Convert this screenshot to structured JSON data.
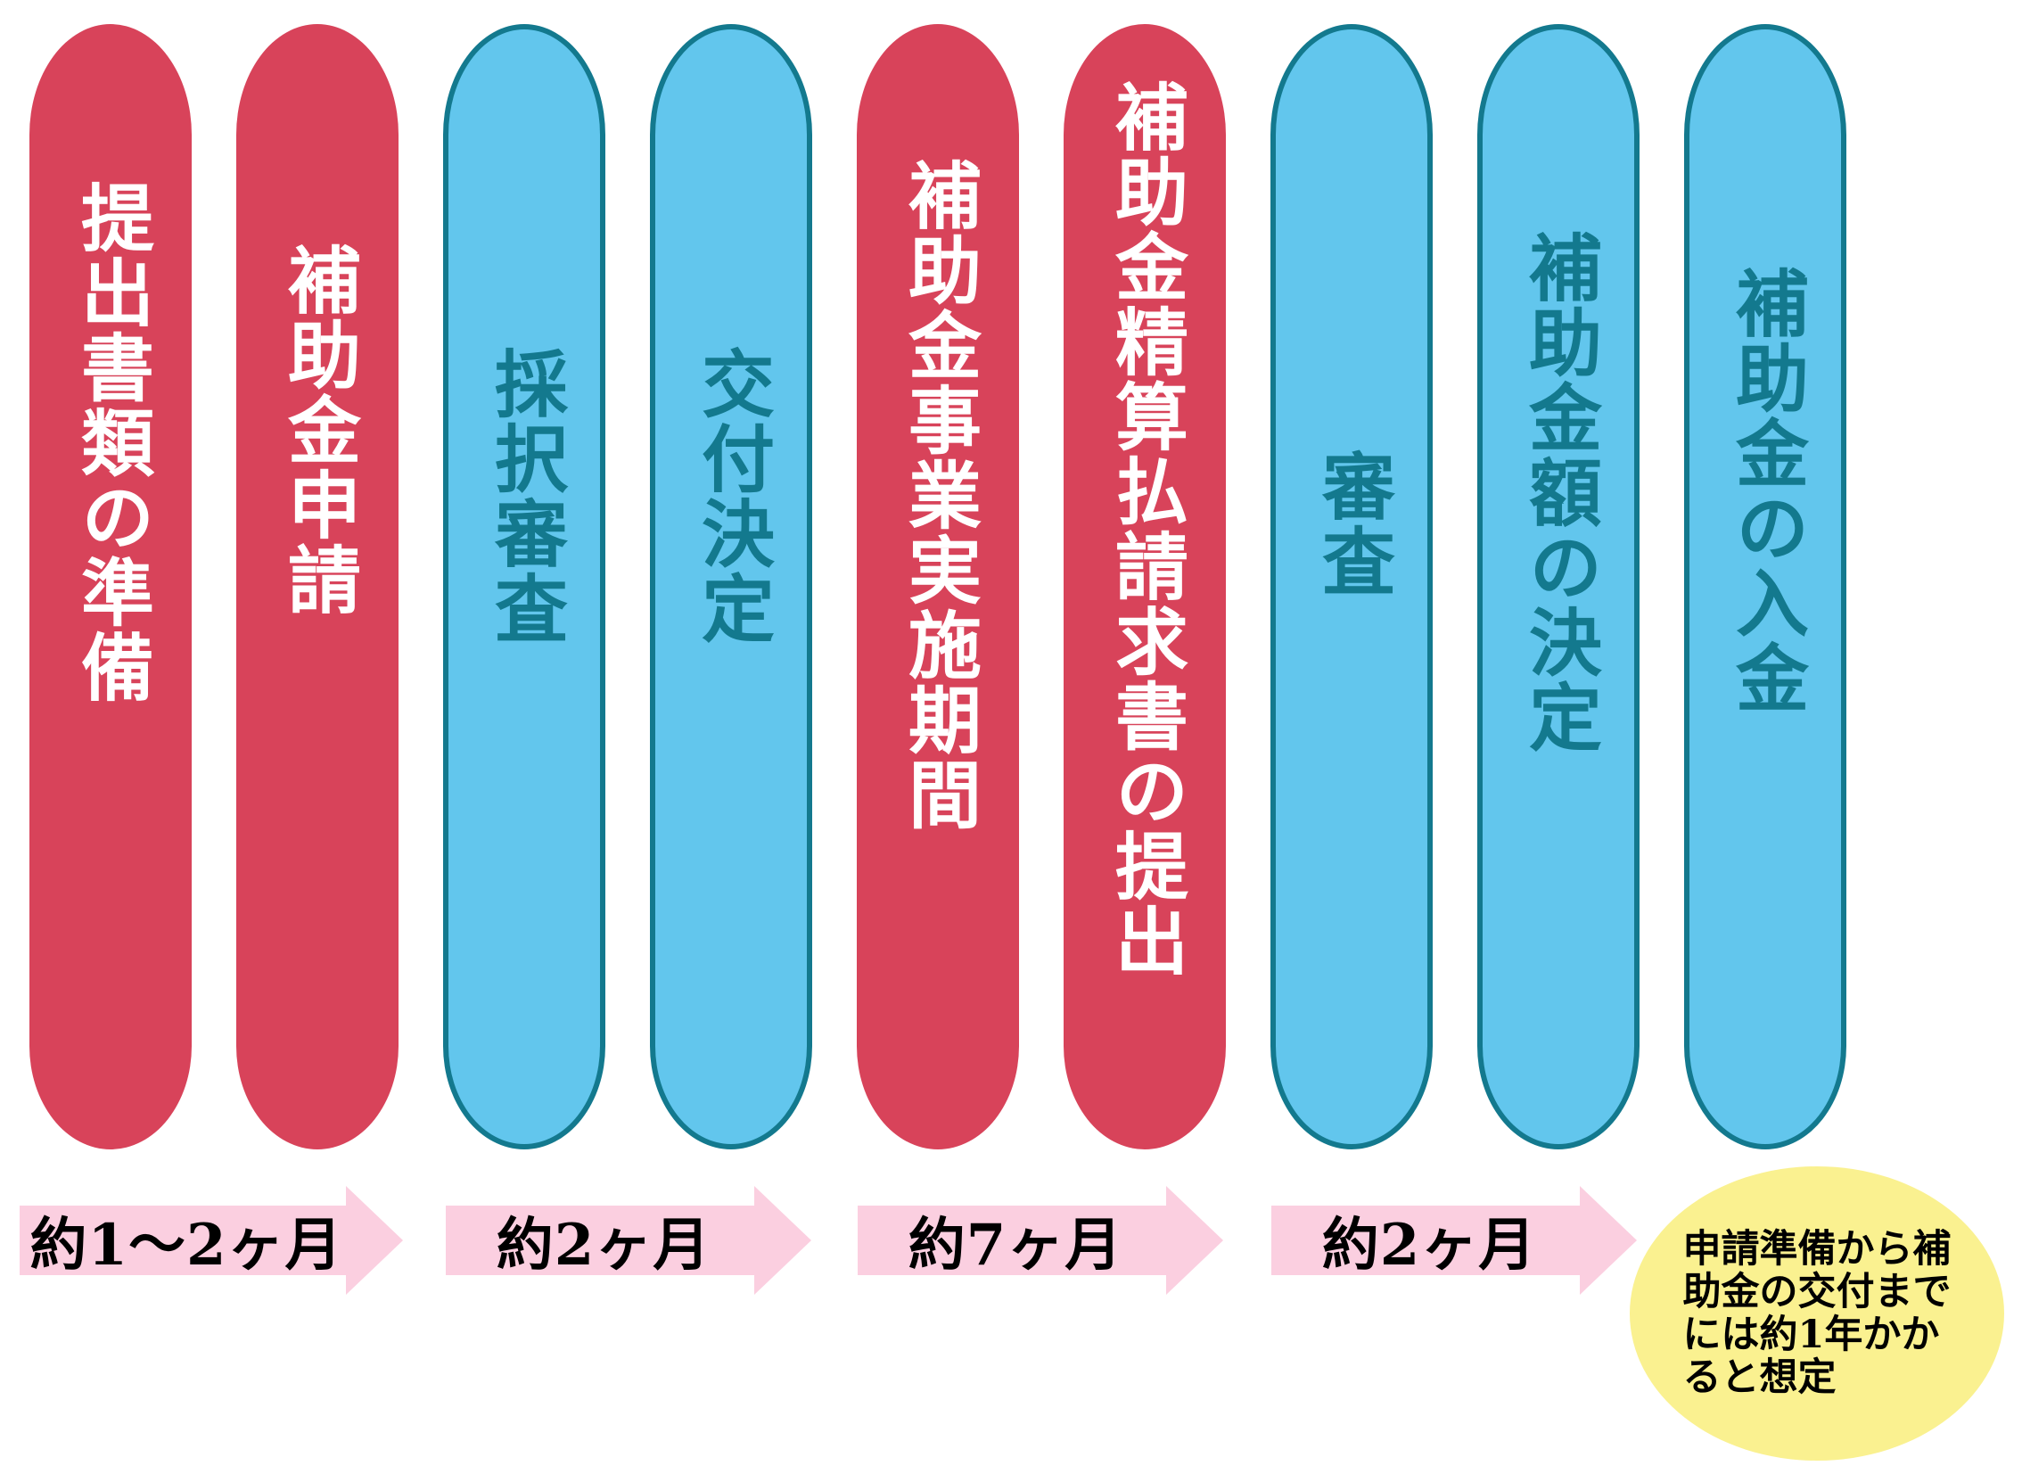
{
  "diagram": {
    "title_text": "",
    "colors": {
      "red_fill": "#D8435A",
      "blue_fill": "#62C6ED",
      "blue_stroke": "#13798E",
      "blue_text": "#13798E",
      "red_text": "#FFFFFF",
      "arrow_fill": "#FBCFE0",
      "arrow_text": "#000000",
      "note_fill": "#FAF190",
      "note_text": "#000000",
      "background": "#FFFFFF"
    },
    "steps": [
      {
        "label": "提出書類の準備",
        "color": "red",
        "group": 1
      },
      {
        "label": "補助金申請",
        "color": "red",
        "group": 1
      },
      {
        "label": "採択審査",
        "color": "blue",
        "group": 2
      },
      {
        "label": "交付決定",
        "color": "blue",
        "group": 2
      },
      {
        "label": "補助金事業実施期間",
        "color": "red",
        "group": 3
      },
      {
        "label": "補助金精算払請求書の提出",
        "color": "red",
        "group": 3
      },
      {
        "label": "審査",
        "color": "blue",
        "group": 4
      },
      {
        "label": "補助金額の決定",
        "color": "blue",
        "group": 4
      },
      {
        "label": "補助金の入金",
        "color": "blue",
        "group": 4
      }
    ],
    "durations": [
      {
        "label": "約1〜2ヶ月"
      },
      {
        "label": "約2ヶ月"
      },
      {
        "label": "約7ヶ月"
      },
      {
        "label": "約2ヶ月"
      }
    ],
    "note": {
      "line1": "申請準備から補",
      "line2": "助金の交付まで",
      "line3": "には約1年かか",
      "line4": "ると想定"
    }
  }
}
